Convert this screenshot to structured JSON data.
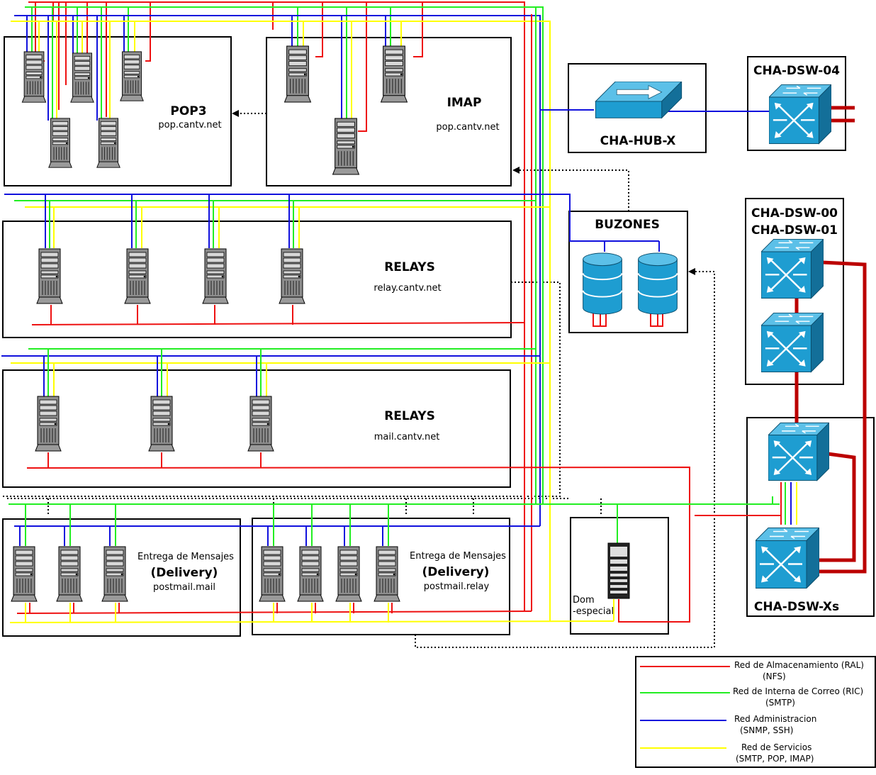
{
  "colors": {
    "storage": "#ee1111",
    "mail": "#22ee22",
    "admin": "#1111dd",
    "services": "#ffff00",
    "trunk": "#bb0000",
    "device": "#1e9dd1",
    "device_dark": "#136f99"
  },
  "boxes": {
    "pop3": {
      "title": "POP3",
      "sub": "pop.cantv.net"
    },
    "imap": {
      "title": "IMAP",
      "sub": "pop.cantv.net"
    },
    "relays1": {
      "title": "RELAYS",
      "sub": "relay.cantv.net"
    },
    "relays2": {
      "title": "RELAYS",
      "sub": "mail.cantv.net"
    },
    "delivery1": {
      "line1": "Entrega de Mensajes",
      "line2": "(Delivery)",
      "line3": "postmail.mail"
    },
    "delivery2": {
      "line1": "Entrega de Mensajes",
      "line2": "(Delivery)",
      "line3": "postmail.relay"
    },
    "dom": {
      "line1": "Dom",
      "line2": "-especial"
    },
    "hub": {
      "title": "CHA-HUB-X"
    },
    "buzones": {
      "title": "BUZONES"
    },
    "dsw04": {
      "title": "CHA-DSW-04"
    },
    "dsw0001": {
      "title1": "CHA-DSW-00",
      "title2": "CHA-DSW-01"
    },
    "dswxs": {
      "title": "CHA-DSW-Xs"
    }
  },
  "legend": [
    {
      "line1": "Red de Almacenamiento (RAL)",
      "line2": "(NFS)",
      "color_key": "storage"
    },
    {
      "line1": "Red de Interna de Correo (RIC)",
      "line2": "(SMTP)",
      "color_key": "mail"
    },
    {
      "line1": "Red Administracion",
      "line2": "(SNMP, SSH)",
      "color_key": "admin"
    },
    {
      "line1": "Red de Servicios",
      "line2": "(SMTP, POP, IMAP)",
      "color_key": "services"
    }
  ]
}
